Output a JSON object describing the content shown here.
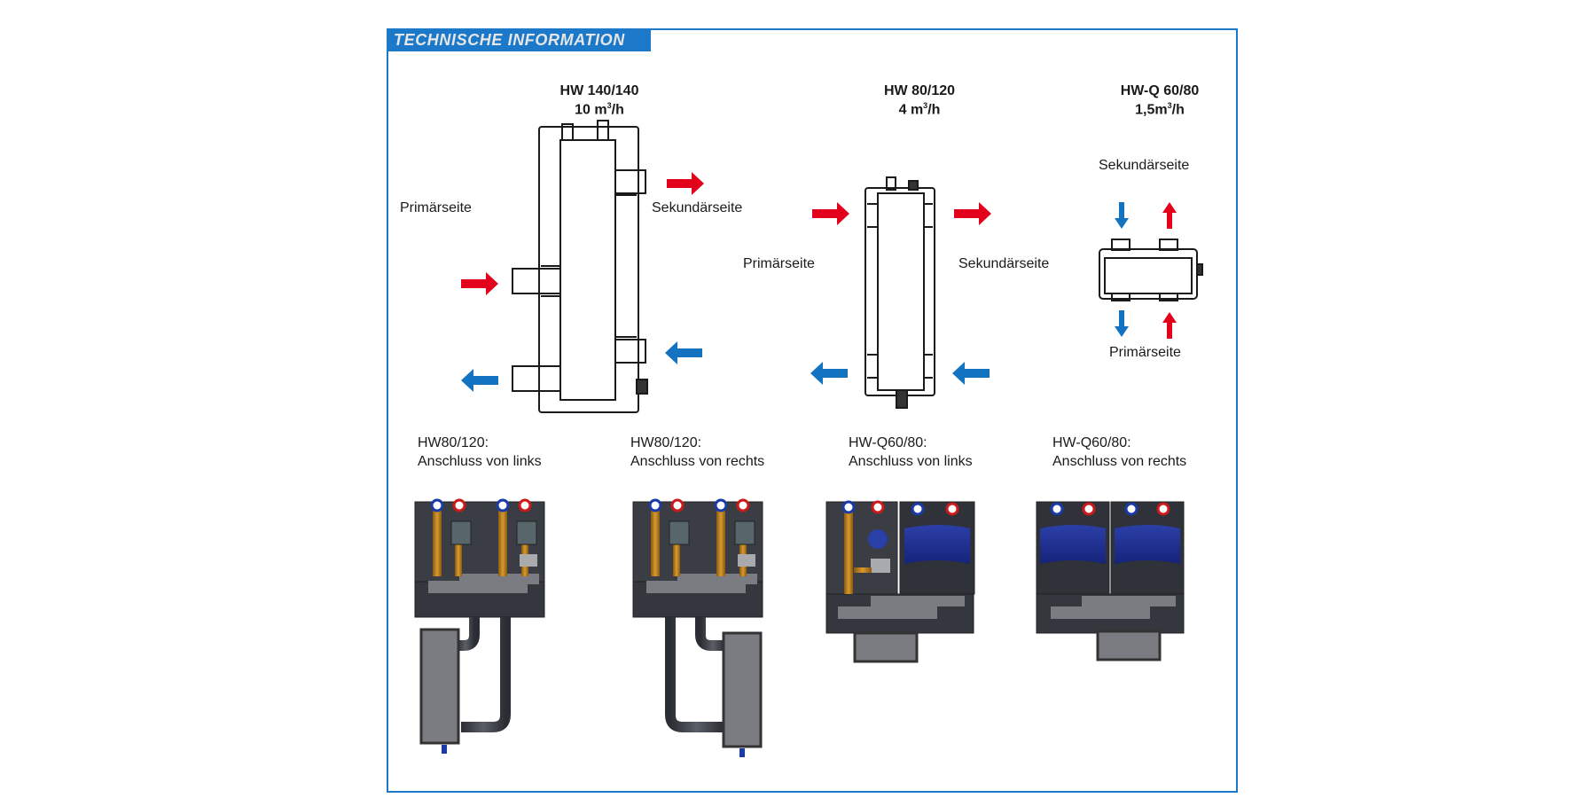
{
  "header": {
    "title": "TECHNISCHE INFORMATION"
  },
  "colors": {
    "frame": "#1c78c8",
    "hot_arrow": "#e2001a",
    "cold_arrow": "#1473c0"
  },
  "models": [
    {
      "name": "HW 140/140",
      "flow_value": "10 m",
      "flow_unit_sup": "3",
      "flow_suffix": "/h",
      "primary_label": "Primärseite",
      "secondary_label": "Sekundärseite"
    },
    {
      "name": "HW 80/120",
      "flow_value": "4 m",
      "flow_unit_sup": "3",
      "flow_suffix": "/h",
      "primary_label": "Primärseite",
      "secondary_label": "Sekundärseite"
    },
    {
      "name": "HW-Q 60/80",
      "flow_value": "1,5m",
      "flow_unit_sup": "3",
      "flow_suffix": "/h",
      "primary_label": "Primärseite",
      "secondary_label": "Sekundärseite"
    }
  ],
  "installations": [
    {
      "model": "HW80/120:",
      "connection": "Anschluss von links"
    },
    {
      "model": "HW80/120:",
      "connection": "Anschluss von rechts"
    },
    {
      "model": "HW-Q60/80:",
      "connection": "Anschluss von links"
    },
    {
      "model": "HW-Q60/80:",
      "connection": "Anschluss von rechts"
    }
  ]
}
